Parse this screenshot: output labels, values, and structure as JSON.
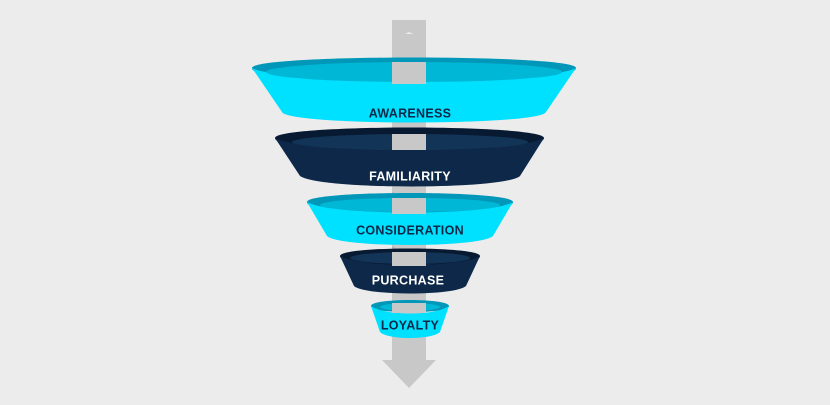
{
  "funnel": {
    "stages": [
      {
        "label": "AWARENESS"
      },
      {
        "label": "FAMILIARITY"
      },
      {
        "label": "CONSIDERATION"
      },
      {
        "label": "PURCHASE"
      },
      {
        "label": "LOYALTY"
      }
    ]
  },
  "colors": {
    "background": "#ececec",
    "light_ring_front": "#00e1ff",
    "light_ring_back": "#0097b8",
    "light_ring_rim": "#00c2e0",
    "dark_ring_front": "#0d2848",
    "dark_ring_back": "#081a32",
    "dark_ring_rim": "#173a5e",
    "light_label": "#0d2848",
    "dark_label": "#ffffff",
    "arrow": "#c8c8c8",
    "arrow_shade": "#a9a9a9"
  }
}
